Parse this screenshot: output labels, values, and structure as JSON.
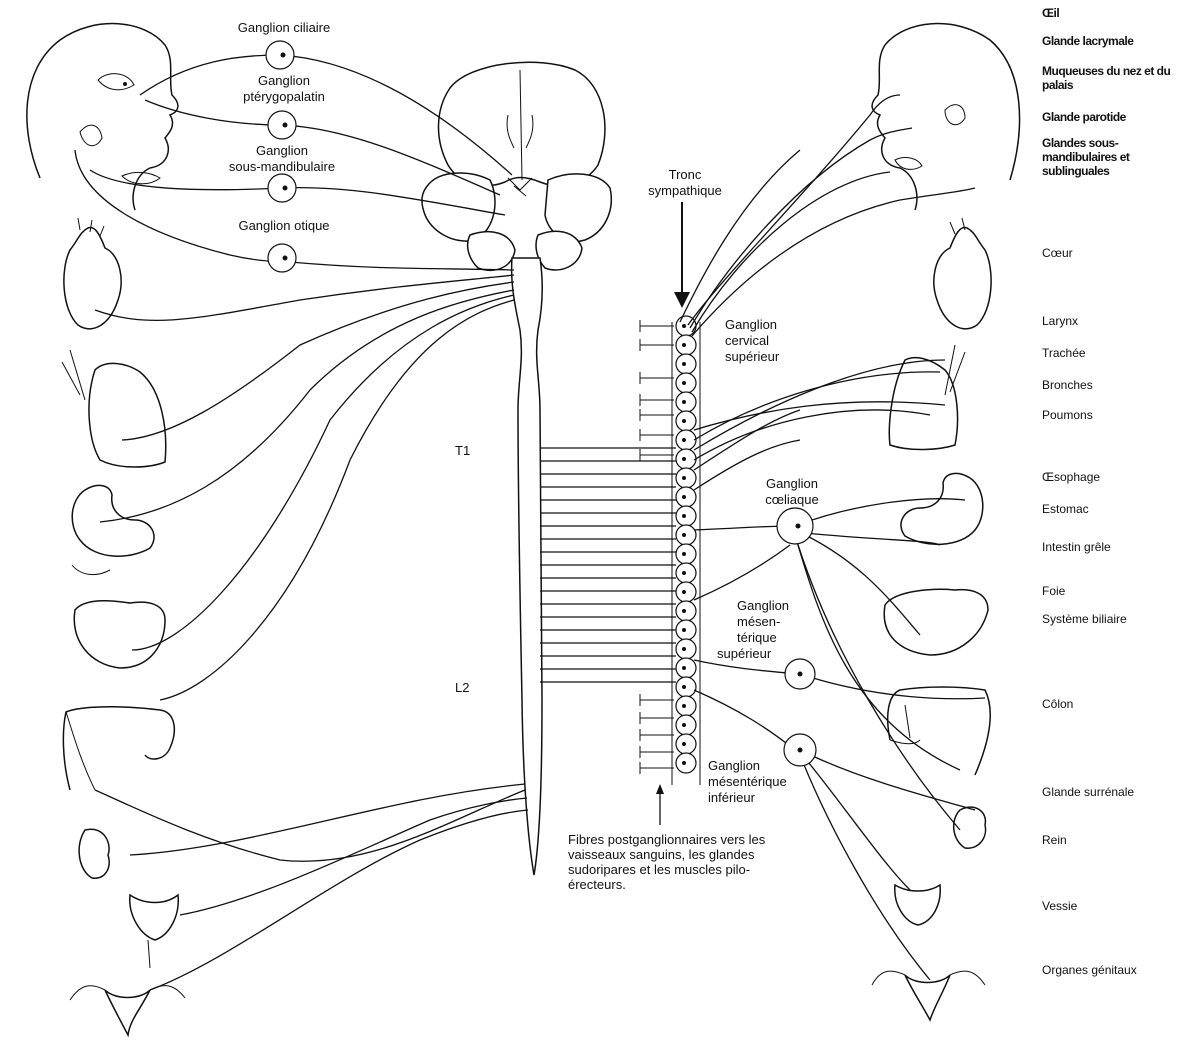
{
  "parasympathetic_ganglia": {
    "ciliaire": "Ganglion ciliaire",
    "pterygo_1": "Ganglion",
    "pterygo_2": "ptérygopalatin",
    "sousmand_1": "Ganglion",
    "sousmand_2": "sous-mandibulaire",
    "otique": "Ganglion otique"
  },
  "sympathetic": {
    "tronc_1": "Tronc",
    "tronc_2": "sympathique",
    "cervical_1": "Ganglion",
    "cervical_2": "cervical",
    "cervical_3": "supérieur",
    "coeliaque_1": "Ganglion",
    "coeliaque_2": "cœliaque",
    "mes_sup_1": "Ganglion",
    "mes_sup_2": "mésen-",
    "mes_sup_3": "térique",
    "mes_sup_4": "supérieur",
    "mes_inf_1": "Ganglion",
    "mes_inf_2": "mésentérique",
    "mes_inf_3": "inférieur",
    "t1": "T1",
    "l2": "L2",
    "fibres": "Fibres postganglionnaires vers les vaisseaux sanguins, les glandes sudoripares et les muscles pilo-érecteurs."
  },
  "organs": [
    {
      "label": "Œil"
    },
    {
      "label": "Glande lacrymale"
    },
    {
      "label": "Muqueuses du nez et du palais"
    },
    {
      "label": "Glande parotide"
    },
    {
      "label": "Glandes sous-mandibulaires et sublinguales"
    },
    {
      "label": "Cœur"
    },
    {
      "label": "Larynx"
    },
    {
      "label": "Trachée"
    },
    {
      "label": "Bronches"
    },
    {
      "label": "Poumons"
    },
    {
      "label": "Œsophage"
    },
    {
      "label": "Estomac"
    },
    {
      "label": "Intestin grêle"
    },
    {
      "label": "Foie"
    },
    {
      "label": "Système biliaire"
    },
    {
      "label": "Côlon"
    },
    {
      "label": "Glande surrénale"
    },
    {
      "label": "Rein"
    },
    {
      "label": "Vessie"
    },
    {
      "label": "Organes génitaux"
    }
  ]
}
